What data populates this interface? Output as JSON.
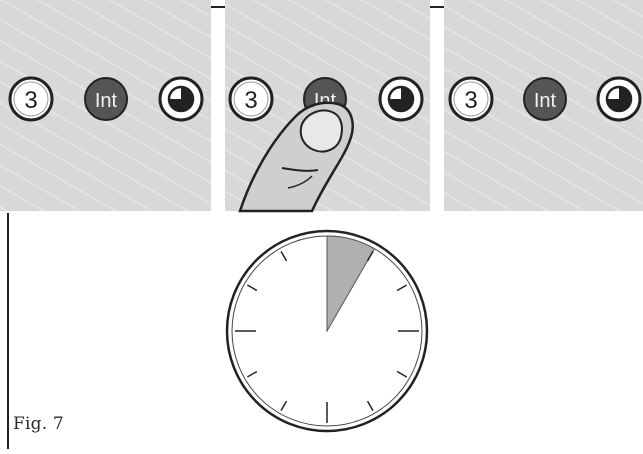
{
  "figure": {
    "caption": "Fig. 7"
  },
  "panels": [
    {
      "id": "panel-1",
      "buttons": [
        {
          "label": "3"
        },
        {
          "label": "Int"
        },
        {
          "icon": "timer-icon"
        }
      ],
      "finger_press": false
    },
    {
      "id": "panel-2",
      "buttons": [
        {
          "label": "3"
        },
        {
          "label": "Int"
        },
        {
          "icon": "timer-icon"
        }
      ],
      "finger_press": true,
      "pressed_button": "Int"
    },
    {
      "id": "panel-3",
      "buttons": [
        {
          "label": "3"
        },
        {
          "label": "Int"
        },
        {
          "icon": "timer-icon"
        }
      ],
      "finger_press": false
    }
  ],
  "clock": {
    "tick_count": 12,
    "shaded_sector_fraction": 0.0833
  },
  "colors": {
    "panel_bg": "#d9d9d9",
    "dark_button": "#555555",
    "light_button": "#ffffff",
    "sector_fill": "#b0b0b0",
    "outline": "#222222"
  }
}
